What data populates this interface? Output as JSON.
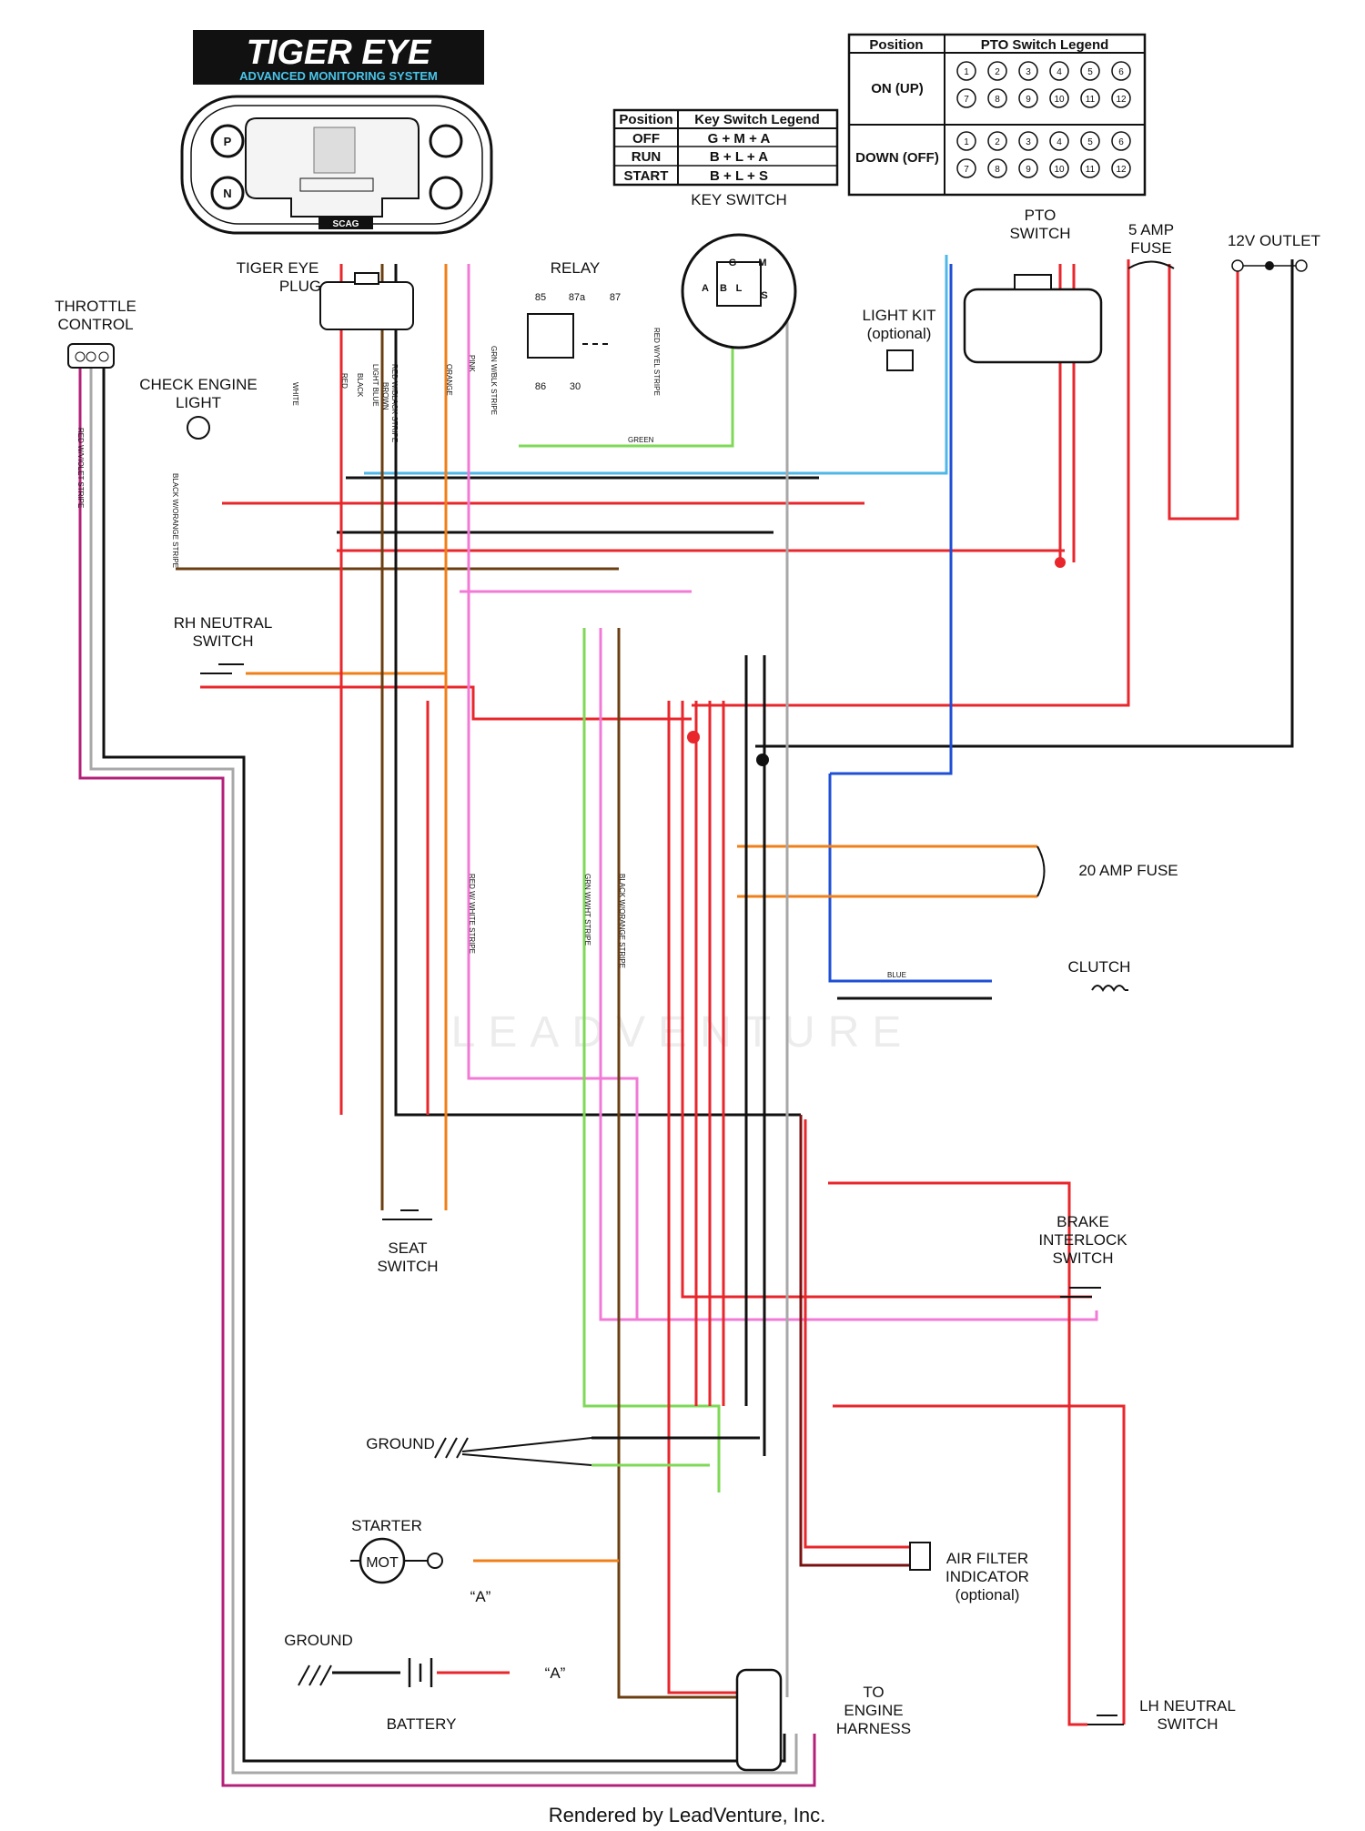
{
  "logo": {
    "title": "TIGER EYE",
    "subtitle": "ADVANCED MONITORING SYSTEM",
    "badge": "SCAG"
  },
  "key_legend": {
    "headers": [
      "Position",
      "Key Switch Legend"
    ],
    "rows": [
      [
        "OFF",
        "G + M + A"
      ],
      [
        "RUN",
        "B + L + A"
      ],
      [
        "START",
        "B + L + S"
      ]
    ]
  },
  "pto_legend": {
    "headers": [
      "Position",
      "PTO Switch Legend"
    ],
    "rows": [
      "ON (UP)",
      "DOWN (OFF)"
    ],
    "pins": [
      "1",
      "2",
      "3",
      "4",
      "5",
      "6",
      "7",
      "8",
      "9",
      "10",
      "11",
      "12"
    ]
  },
  "labels": {
    "key_switch": "KEY SWITCH",
    "pto_switch": "PTO\nSWITCH",
    "fuse5": "5 AMP\nFUSE",
    "outlet": "12V OUTLET",
    "tiger_plug": "TIGER EYE\nPLUG",
    "relay": "RELAY",
    "throttle": "THROTTLE\nCONTROL",
    "light_kit": "LIGHT KIT\n(optional)",
    "check_engine": "CHECK ENGINE\nLIGHT",
    "rh_neutral": "RH NEUTRAL\nSWITCH",
    "fuse20": "20 AMP FUSE",
    "clutch": "CLUTCH",
    "seat_switch": "SEAT\nSWITCH",
    "brake_switch": "BRAKE\nINTERLOCK\nSWITCH",
    "ground1": "GROUND",
    "starter": "STARTER",
    "starter_mark": "MOT",
    "point_a1": "“A”",
    "air_filter": "AIR FILTER\nINDICATOR\n(optional)",
    "ground2": "GROUND",
    "battery": "BATTERY",
    "point_a2": "“A”",
    "engine_harness": "TO\nENGINE\nHARNESS",
    "lh_neutral": "LH NEUTRAL\nSWITCH",
    "footer": "Rendered by LeadVenture, Inc.",
    "watermark": "LEADVENTURE"
  },
  "relay_pins": [
    "85",
    "87a",
    "87",
    "86",
    "30"
  ],
  "key_pins": [
    "G",
    "M",
    "L",
    "B",
    "A",
    "S"
  ],
  "wire_labels": {
    "white": "WHITE",
    "red": "RED",
    "black": "BLACK",
    "light_blue": "LIGHT BLUE",
    "brown": "BROWN",
    "red_black": "RED W/BLACK STRIPE",
    "orange": "ORANGE",
    "pink": "PINK",
    "grn_black": "GRN W/BLK STRIPE",
    "red_yel": "RED W/YEL STRIPE",
    "green": "GREEN",
    "blue": "BLUE",
    "red_white": "RED W/ WHITE STRIPE",
    "grn_white": "GRN W/WHT STRIPE",
    "black_orange": "BLACK W/ORANGE STRIPE",
    "red_violet": "RED W/VIOLET STRIPE",
    "black_orange2": "BLACK W/ORANGE STRIPE"
  },
  "colors": {
    "red": "#e8262b",
    "black": "#111111",
    "orange": "#f07f18",
    "pink": "#f27ad6",
    "green": "#7ed957",
    "dkgreen": "#1e7d1e",
    "blue": "#1e4fd6",
    "lightblue": "#4fb7e8",
    "brown": "#6b3e12",
    "white": "#a8a8a8",
    "violet": "#b3207a",
    "maroon": "#7a1010"
  }
}
